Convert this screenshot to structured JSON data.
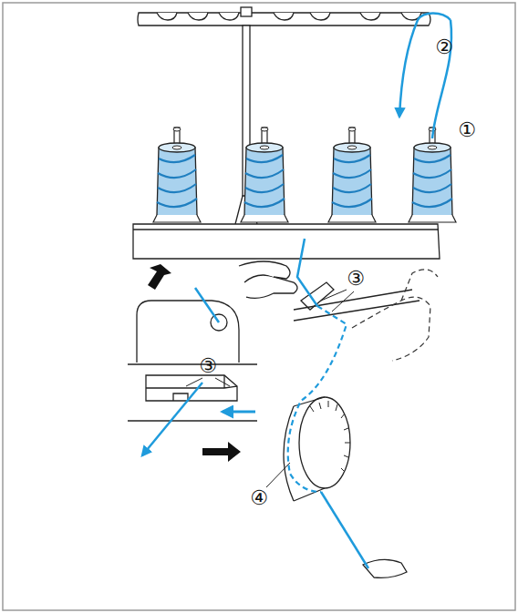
{
  "diagram": {
    "labels": [
      "②",
      "①",
      "③",
      "③",
      "④"
    ]
  }
}
